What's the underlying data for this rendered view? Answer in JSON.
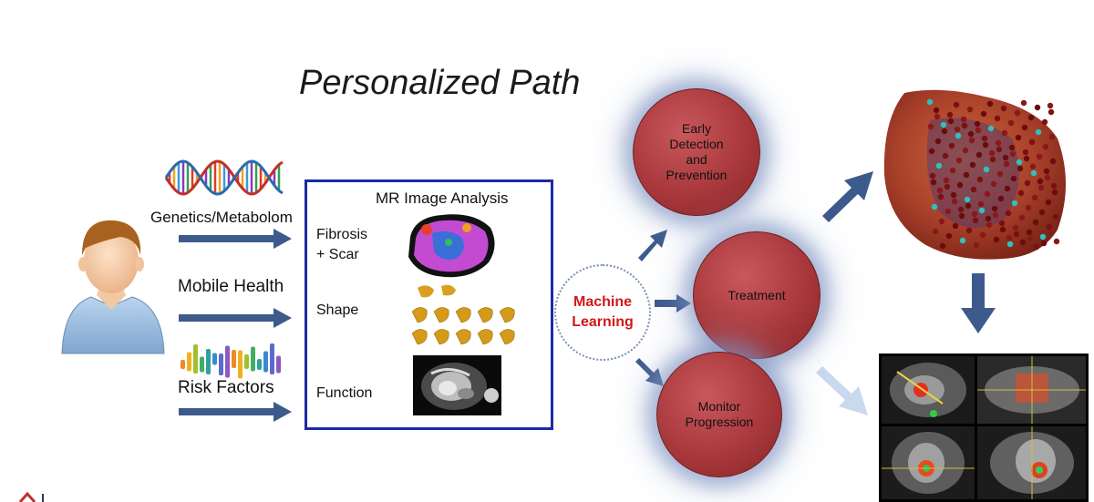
{
  "title": "Personalized Path",
  "inputs": {
    "genetics_label": "Genetics/Metabolom",
    "mobile_label": "Mobile Health",
    "risk_label": "Risk Factors"
  },
  "mr_analysis": {
    "title": "MR Image Analysis",
    "fibrosis_label": "Fibrosis\n+ Scar",
    "shape_label": "Shape",
    "function_label": "Function"
  },
  "machine_learning": "Machine\nLearning",
  "outcomes": {
    "early": "Early\nDetection\nand\nPrevention",
    "treatment": "Treatment",
    "monitor": "Monitor\nProgression"
  },
  "colors": {
    "arrow": "#3d5a8c",
    "circle": "#a8383b",
    "frame": "#1b2aa6",
    "ml_text": "#d01818"
  }
}
